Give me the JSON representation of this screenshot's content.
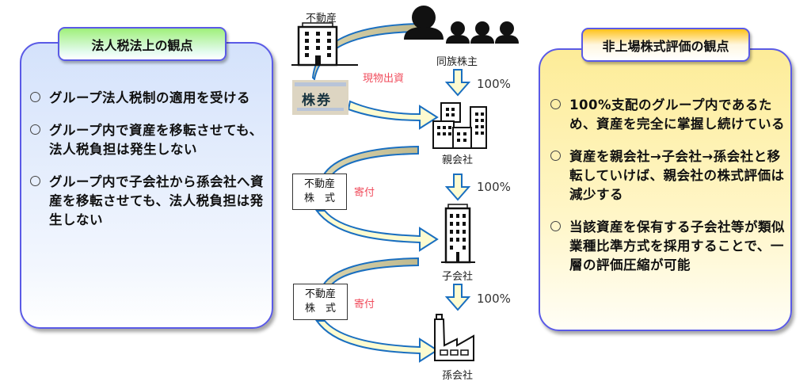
{
  "left_panel": {
    "title": "法人税法上の観点",
    "points": [
      "グループ法人税制の適用を受ける",
      "グループ内で資産を移転させても、法人税負担は発生しない",
      "グループ内で子会社から孫会社へ資産を移転させても、法人税負担は発生しない"
    ]
  },
  "right_panel": {
    "title": "非上場株式評価の観点",
    "points": [
      "100%支配のグループ内であるため、資産を完全に掌握し続けている",
      "資産を親会社→子会社→孫会社と移転していけば、親会社の株式評価は減少する",
      "当該資産を保有する子会社等が類似業種比準方式を採用することで、一層の評価圧縮が可能"
    ]
  },
  "diagram": {
    "real_estate_label": "不動産",
    "shareholders_label": "同族株主",
    "stock_certificate_label": "株券",
    "contribution_label": "現物出資",
    "parent_label": "親会社",
    "subsidiary_label": "子会社",
    "grandchild_label": "孫会社",
    "ownership": [
      "100%",
      "100%",
      "100%"
    ],
    "transfer_boxes": [
      {
        "line1": "不動産",
        "line2": "株　式",
        "action": "寄付"
      },
      {
        "line1": "不動産",
        "line2": "株　式",
        "action": "寄付"
      }
    ]
  },
  "colors": {
    "panel_border": "#5a5ae6",
    "arrow_outline": "#1a6fc0",
    "arrow_fill_light": "#fdfbd0",
    "arrow_fill_dark": "#c9c39a",
    "action_text": "#f04c5c"
  }
}
